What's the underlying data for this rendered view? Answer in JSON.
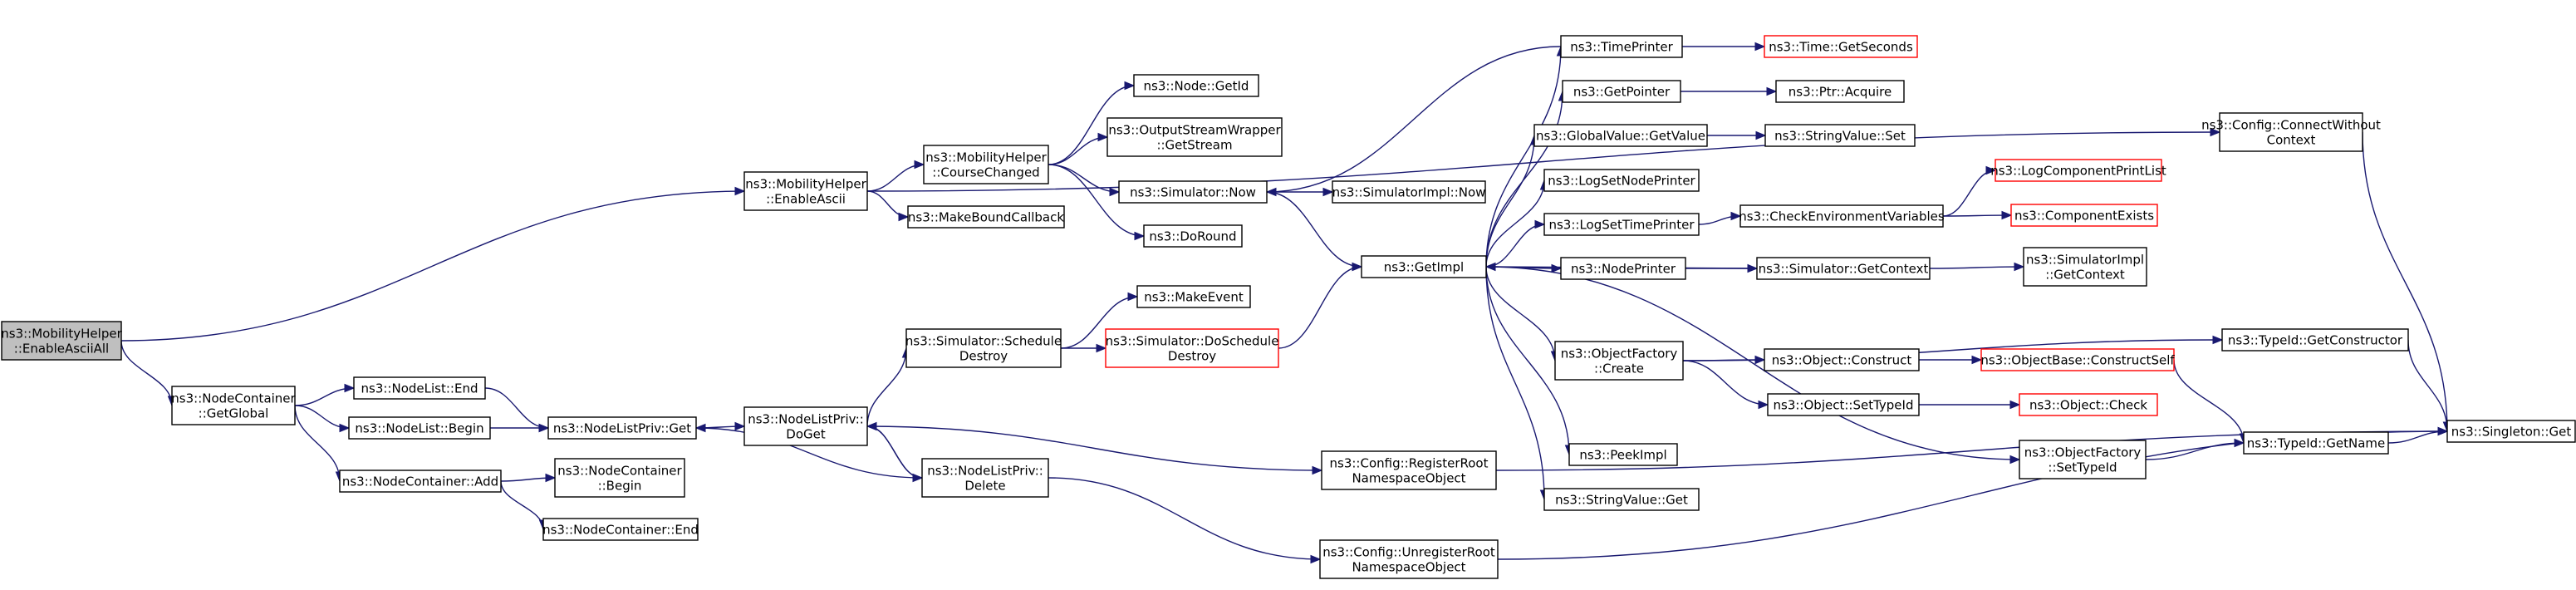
{
  "graph": {
    "nodes": [
      {
        "id": "root",
        "lines": [
          "ns3::MobilityHelper",
          "::EnableAsciiAll"
        ],
        "style": "root"
      },
      {
        "id": "mh_enableascii",
        "lines": [
          "ns3::MobilityHelper",
          "::EnableAscii"
        ],
        "style": "normal"
      },
      {
        "id": "nc_getglobal",
        "lines": [
          "ns3::NodeContainer",
          "::GetGlobal"
        ],
        "style": "normal"
      },
      {
        "id": "mh_coursechanged",
        "lines": [
          "ns3::MobilityHelper",
          "::CourseChanged"
        ],
        "style": "normal"
      },
      {
        "id": "makeboundcallback",
        "lines": [
          "ns3::MakeBoundCallback"
        ],
        "style": "normal"
      },
      {
        "id": "config_connectwithoutcontext",
        "lines": [
          "ns3::Config::ConnectWithout",
          "Context"
        ],
        "style": "normal"
      },
      {
        "id": "node_getid",
        "lines": [
          "ns3::Node::GetId"
        ],
        "style": "normal"
      },
      {
        "id": "osw_getstream",
        "lines": [
          "ns3::OutputStreamWrapper",
          "::GetStream"
        ],
        "style": "normal"
      },
      {
        "id": "sim_now",
        "lines": [
          "ns3::Simulator::Now"
        ],
        "style": "normal"
      },
      {
        "id": "doround",
        "lines": [
          "ns3::DoRound"
        ],
        "style": "normal"
      },
      {
        "id": "simimpl_now",
        "lines": [
          "ns3::SimulatorImpl::Now"
        ],
        "style": "normal"
      },
      {
        "id": "getimpl",
        "lines": [
          "ns3::GetImpl"
        ],
        "style": "normal"
      },
      {
        "id": "timeprinter",
        "lines": [
          "ns3::TimePrinter"
        ],
        "style": "normal"
      },
      {
        "id": "time_getseconds",
        "lines": [
          "ns3::Time::GetSeconds"
        ],
        "style": "red"
      },
      {
        "id": "getpointer",
        "lines": [
          "ns3::GetPointer"
        ],
        "style": "normal"
      },
      {
        "id": "ptr_acquire",
        "lines": [
          "ns3::Ptr::Acquire"
        ],
        "style": "normal"
      },
      {
        "id": "globalvalue_getvalue",
        "lines": [
          "ns3::GlobalValue::GetValue"
        ],
        "style": "normal"
      },
      {
        "id": "stringvalue_set",
        "lines": [
          "ns3::StringValue::Set"
        ],
        "style": "normal"
      },
      {
        "id": "logsetnodeprinter",
        "lines": [
          "ns3::LogSetNodePrinter"
        ],
        "style": "normal"
      },
      {
        "id": "logsettimeprinter",
        "lines": [
          "ns3::LogSetTimePrinter"
        ],
        "style": "normal"
      },
      {
        "id": "checkenvvars",
        "lines": [
          "ns3::CheckEnvironmentVariables"
        ],
        "style": "normal"
      },
      {
        "id": "logcomponentprintlist",
        "lines": [
          "ns3::LogComponentPrintList"
        ],
        "style": "red"
      },
      {
        "id": "componentexists",
        "lines": [
          "ns3::ComponentExists"
        ],
        "style": "red"
      },
      {
        "id": "nodeprinter",
        "lines": [
          "ns3::NodePrinter"
        ],
        "style": "normal"
      },
      {
        "id": "sim_getcontext",
        "lines": [
          "ns3::Simulator::GetContext"
        ],
        "style": "normal"
      },
      {
        "id": "simimpl_getcontext",
        "lines": [
          "ns3::SimulatorImpl",
          "::GetContext"
        ],
        "style": "normal"
      },
      {
        "id": "makeevent",
        "lines": [
          "ns3::MakeEvent"
        ],
        "style": "normal"
      },
      {
        "id": "sim_scheduledestroy",
        "lines": [
          "ns3::Simulator::Schedule",
          "Destroy"
        ],
        "style": "normal"
      },
      {
        "id": "sim_doscheduledestroy",
        "lines": [
          "ns3::Simulator::DoSchedule",
          "Destroy"
        ],
        "style": "red"
      },
      {
        "id": "nodelist_end",
        "lines": [
          "ns3::NodeList::End"
        ],
        "style": "normal"
      },
      {
        "id": "nodelist_begin",
        "lines": [
          "ns3::NodeList::Begin"
        ],
        "style": "normal"
      },
      {
        "id": "nodelistpriv_get",
        "lines": [
          "ns3::NodeListPriv::Get"
        ],
        "style": "normal"
      },
      {
        "id": "nodelistpriv_doget",
        "lines": [
          "ns3::NodeListPriv::",
          "DoGet"
        ],
        "style": "normal"
      },
      {
        "id": "nodelistpriv_delete",
        "lines": [
          "ns3::NodeListPriv::",
          "Delete"
        ],
        "style": "normal"
      },
      {
        "id": "nc_add",
        "lines": [
          "ns3::NodeContainer::Add"
        ],
        "style": "normal"
      },
      {
        "id": "nc_begin",
        "lines": [
          "ns3::NodeContainer",
          "::Begin"
        ],
        "style": "normal"
      },
      {
        "id": "nc_end",
        "lines": [
          "ns3::NodeContainer::End"
        ],
        "style": "normal"
      },
      {
        "id": "objectfactory_create",
        "lines": [
          "ns3::ObjectFactory",
          "::Create"
        ],
        "style": "normal"
      },
      {
        "id": "object_construct",
        "lines": [
          "ns3::Object::Construct"
        ],
        "style": "normal"
      },
      {
        "id": "objectbase_constructself",
        "lines": [
          "ns3::ObjectBase::ConstructSelf"
        ],
        "style": "red"
      },
      {
        "id": "typeid_getconstructor",
        "lines": [
          "ns3::TypeId::GetConstructor"
        ],
        "style": "normal"
      },
      {
        "id": "object_settypeid",
        "lines": [
          "ns3::Object::SetTypeId"
        ],
        "style": "normal"
      },
      {
        "id": "object_check",
        "lines": [
          "ns3::Object::Check"
        ],
        "style": "red"
      },
      {
        "id": "objectfactory_settypeid",
        "lines": [
          "ns3::ObjectFactory",
          "::SetTypeId"
        ],
        "style": "normal"
      },
      {
        "id": "typeid_getname",
        "lines": [
          "ns3::TypeId::GetName"
        ],
        "style": "normal"
      },
      {
        "id": "singleton_get",
        "lines": [
          "ns3::Singleton::Get"
        ],
        "style": "normal"
      },
      {
        "id": "peekimpl",
        "lines": [
          "ns3::PeekImpl"
        ],
        "style": "normal"
      },
      {
        "id": "stringvalue_get",
        "lines": [
          "ns3::StringValue::Get"
        ],
        "style": "normal"
      },
      {
        "id": "config_registerroot",
        "lines": [
          "ns3::Config::RegisterRoot",
          "NamespaceObject"
        ],
        "style": "normal"
      },
      {
        "id": "config_unregisterroot",
        "lines": [
          "ns3::Config::UnregisterRoot",
          "NamespaceObject"
        ],
        "style": "normal"
      }
    ],
    "edges": [
      [
        "root",
        "mh_enableascii"
      ],
      [
        "root",
        "nc_getglobal"
      ],
      [
        "mh_enableascii",
        "mh_coursechanged"
      ],
      [
        "mh_enableascii",
        "makeboundcallback"
      ],
      [
        "mh_enableascii",
        "config_connectwithoutcontext"
      ],
      [
        "mh_coursechanged",
        "node_getid"
      ],
      [
        "mh_coursechanged",
        "osw_getstream"
      ],
      [
        "mh_coursechanged",
        "sim_now"
      ],
      [
        "mh_coursechanged",
        "doround"
      ],
      [
        "sim_now",
        "simimpl_now"
      ],
      [
        "sim_now",
        "getimpl"
      ],
      [
        "getimpl",
        "timeprinter"
      ],
      [
        "getimpl",
        "getpointer"
      ],
      [
        "getimpl",
        "globalvalue_getvalue"
      ],
      [
        "getimpl",
        "logsetnodeprinter"
      ],
      [
        "getimpl",
        "logsettimeprinter"
      ],
      [
        "getimpl",
        "nodeprinter"
      ],
      [
        "getimpl",
        "objectfactory_create"
      ],
      [
        "getimpl",
        "peekimpl"
      ],
      [
        "getimpl",
        "stringvalue_get"
      ],
      [
        "getimpl",
        "objectfactory_settypeid"
      ],
      [
        "timeprinter",
        "sim_now"
      ],
      [
        "timeprinter",
        "time_getseconds"
      ],
      [
        "getpointer",
        "ptr_acquire"
      ],
      [
        "globalvalue_getvalue",
        "stringvalue_set"
      ],
      [
        "logsettimeprinter",
        "checkenvvars"
      ],
      [
        "checkenvvars",
        "logcomponentprintlist"
      ],
      [
        "checkenvvars",
        "componentexists"
      ],
      [
        "nodeprinter",
        "sim_getcontext"
      ],
      [
        "sim_getcontext",
        "getimpl"
      ],
      [
        "sim_getcontext",
        "simimpl_getcontext"
      ],
      [
        "objectfactory_create",
        "object_construct"
      ],
      [
        "objectfactory_create",
        "object_settypeid"
      ],
      [
        "objectfactory_create",
        "typeid_getconstructor"
      ],
      [
        "object_construct",
        "objectbase_constructself"
      ],
      [
        "objectbase_constructself",
        "typeid_getname"
      ],
      [
        "object_settypeid",
        "object_check"
      ],
      [
        "objectfactory_settypeid",
        "typeid_getname"
      ],
      [
        "typeid_getname",
        "singleton_get"
      ],
      [
        "typeid_getconstructor",
        "singleton_get"
      ],
      [
        "config_connectwithoutcontext",
        "singleton_get"
      ],
      [
        "config_registerroot",
        "singleton_get"
      ],
      [
        "config_unregisterroot",
        "singleton_get"
      ],
      [
        "nc_getglobal",
        "nodelist_end"
      ],
      [
        "nc_getglobal",
        "nodelist_begin"
      ],
      [
        "nc_getglobal",
        "nc_add"
      ],
      [
        "nodelist_end",
        "nodelistpriv_get"
      ],
      [
        "nodelist_begin",
        "nodelistpriv_get"
      ],
      [
        "nodelistpriv_get",
        "nodelistpriv_doget"
      ],
      [
        "nodelistpriv_doget",
        "sim_scheduledestroy"
      ],
      [
        "nodelistpriv_doget",
        "nodelistpriv_delete"
      ],
      [
        "nodelistpriv_doget",
        "config_registerroot"
      ],
      [
        "nodelistpriv_delete",
        "nodelistpriv_doget"
      ],
      [
        "nodelistpriv_delete",
        "nodelistpriv_get"
      ],
      [
        "nodelistpriv_delete",
        "config_unregisterroot"
      ],
      [
        "sim_scheduledestroy",
        "makeevent"
      ],
      [
        "sim_scheduledestroy",
        "sim_doscheduledestroy"
      ],
      [
        "sim_doscheduledestroy",
        "getimpl"
      ],
      [
        "nc_add",
        "nc_begin"
      ],
      [
        "nc_add",
        "nc_end"
      ]
    ]
  }
}
